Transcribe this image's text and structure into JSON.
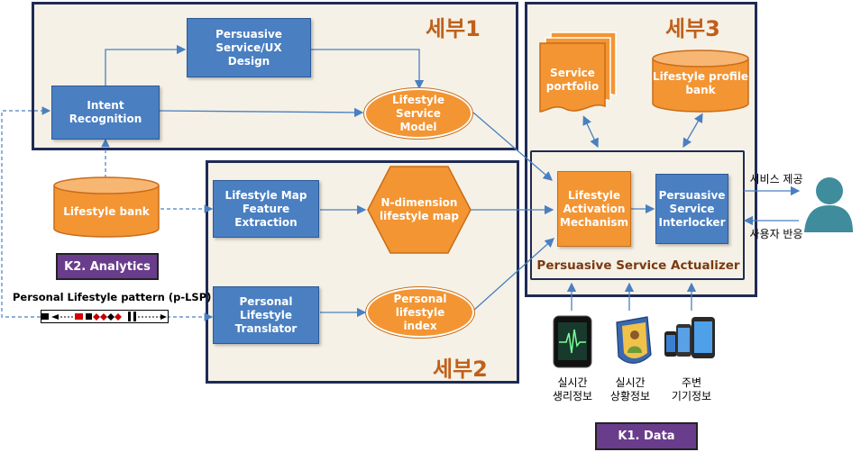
{
  "panels": {
    "p1_title": "세부1",
    "p2_title": "세부2",
    "p3_title": "세부3"
  },
  "nodes": {
    "intent_recognition": "Intent\nRecognition",
    "ux_design": "Persuasive\nService/UX\nDesign",
    "lifestyle_service_model": "Lifestyle\nService\nModel",
    "lifestyle_bank": "Lifestyle bank",
    "feature_extraction": "Lifestyle Map\nFeature\nExtraction",
    "n_dim_map": "N-dimension\nlifestyle map",
    "lifestyle_translator": "Personal Lifestyle\nTranslator",
    "lifestyle_index": "Personal\nlifestyle\nindex",
    "service_portfolio": "Service\nportfolio",
    "profile_bank": "Lifestyle profile\nbank",
    "activation_mechanism": "Lifestyle\nActivation\nMechanism",
    "service_interlocker": "Persuasive\nService\nInterlocker",
    "actualizer": "Persuasive Service Actualizer"
  },
  "labels": {
    "k2": "K2. Analytics",
    "k1": "K1. Data",
    "p_lsp": "Personal Lifestyle pattern (p-LSP)",
    "service_provide": "서비스 제공",
    "user_response": "사용자 반응",
    "bio_info": "실시간\n생리정보",
    "context_info": "실시간\n상황정보",
    "device_info": "주변\n기기정보"
  },
  "colors": {
    "panel_border": "#1f2a55",
    "panel_fill": "#f5f1e6",
    "blue_box": "#4a7fc1",
    "orange": "#f39533",
    "purple": "#6a3c8c",
    "title": "#c0601a",
    "arrow": "#4a7fc1"
  },
  "icons": {
    "user": "user-icon",
    "bio": "ecg-tablet-icon",
    "context": "shield-person-icon",
    "device": "smartphones-icon",
    "pattern": "pattern-strip-icon"
  }
}
